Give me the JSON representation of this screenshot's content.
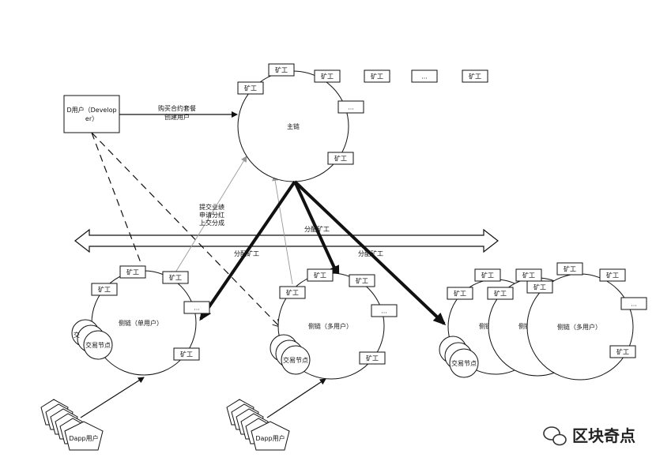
{
  "nodes": {
    "developer": "D用户（Developer）",
    "developer_line1": "D用户（Develop",
    "developer_line2": "er）",
    "main_chain": "主链",
    "side_chain_single": "侧链（单用户）",
    "side_chain_multi_1": "侧链（多用户）",
    "side_chain_multi_3": "侧链（多用户）",
    "side_chain_partial_1": "侧链",
    "side_chain_partial_2": "侧链",
    "trade_node": "交易节点",
    "trade_node_partial": "交",
    "dapp_user": "Dapp用户",
    "miner": "矿工",
    "ellipsis": "..."
  },
  "edges": {
    "buy_contract_line1": "购买合约套餐",
    "buy_contract_line2": "创建用户",
    "submit_line1": "提交业绩",
    "submit_line2": "申请分红",
    "submit_line3": "上交分成",
    "allocate_miner_center": "分配矿工",
    "allocate_miner_left": "分配矿工",
    "allocate_miner_right": "分配矿工"
  },
  "watermark": "区块奇点",
  "colors": {
    "stroke": "#111111",
    "light_line": "#999999"
  }
}
